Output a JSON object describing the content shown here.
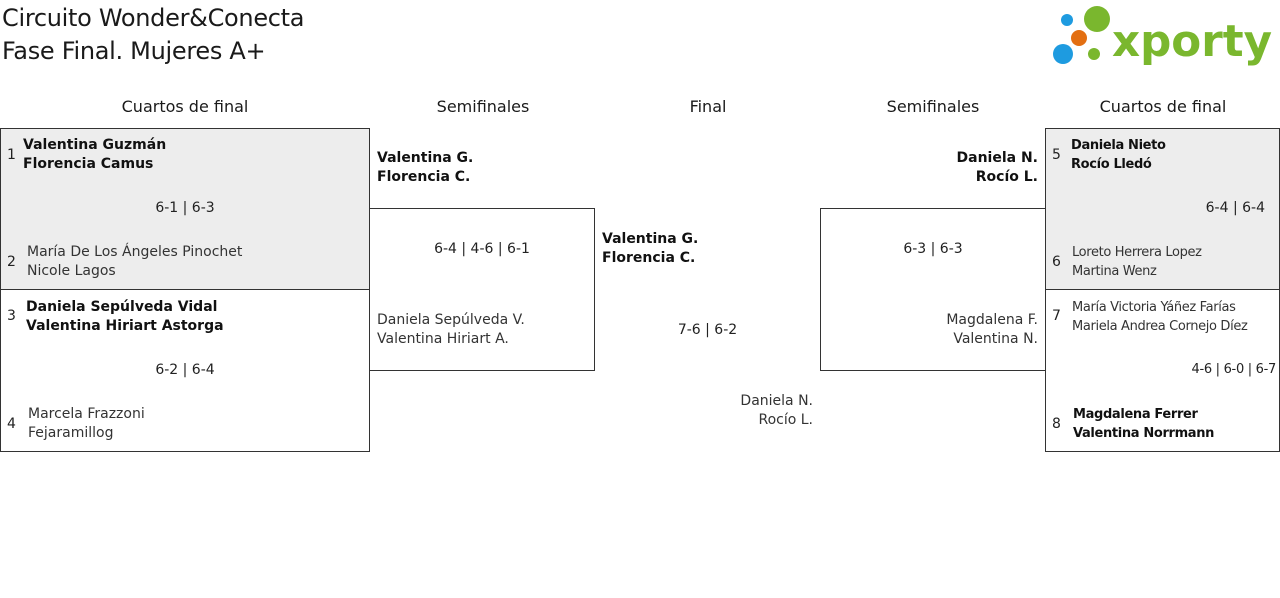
{
  "header": {
    "title_line1": "Circuito Wonder&Conecta",
    "title_line2": "Fase Final. Mujeres A+",
    "logo_text": "xporty",
    "logo_colors": {
      "green": "#7ab72e",
      "blue": "#1e9be0",
      "orange": "#e36f12"
    }
  },
  "rounds": {
    "left_qf": "Cuartos de final",
    "left_sf": "Semifinales",
    "final": "Final",
    "right_sf": "Semifinales",
    "right_qf": "Cuartos de final"
  },
  "quarterfinals": [
    {
      "top": {
        "seed": "1",
        "p1": "Valentina Guzmán",
        "p2": "Florencia Camus"
      },
      "bottom": {
        "seed": "2",
        "p1": "María De Los Ángeles Pinochet",
        "p2": "Nicole Lagos"
      },
      "score": "6-1 | 6-3"
    },
    {
      "top": {
        "seed": "3",
        "p1": "Daniela Sepúlveda Vidal",
        "p2": "Valentina Hiriart Astorga"
      },
      "bottom": {
        "seed": "4",
        "p1": "Marcela Frazzoni",
        "p2": "Fejaramillog"
      },
      "score": "6-2 | 6-4"
    },
    {
      "top": {
        "seed": "5",
        "p1": "Daniela Nieto",
        "p2": "Rocío Lledó"
      },
      "bottom": {
        "seed": "6",
        "p1": "Loreto Herrera Lopez",
        "p2": "Martina Wenz"
      },
      "score": "6-4 | 6-4"
    },
    {
      "top": {
        "seed": "7",
        "p1": "María Victoria Yáñez Farías",
        "p2": "Mariela Andrea Cornejo Díez"
      },
      "bottom": {
        "seed": "8",
        "p1": "Magdalena Ferrer",
        "p2": "Valentina Norrmann"
      },
      "score": "4-6 | 6-0 | 6-7"
    }
  ],
  "semifinals": [
    {
      "top": {
        "p1": "Valentina G.",
        "p2": "Florencia C."
      },
      "bottom": {
        "p1": "Daniela Sepúlveda V.",
        "p2": "Valentina Hiriart A."
      },
      "score": "6-4 | 4-6 | 6-1"
    },
    {
      "top": {
        "p1": "Daniela N.",
        "p2": "Rocío L."
      },
      "bottom": {
        "p1": "Magdalena F.",
        "p2": "Valentina N."
      },
      "score": "6-3 | 6-3"
    }
  ],
  "final": {
    "top": {
      "p1": "Valentina G.",
      "p2": "Florencia C."
    },
    "bottom": {
      "p1": "Daniela N.",
      "p2": "Rocío L."
    },
    "score": "7-6 | 6-2"
  }
}
